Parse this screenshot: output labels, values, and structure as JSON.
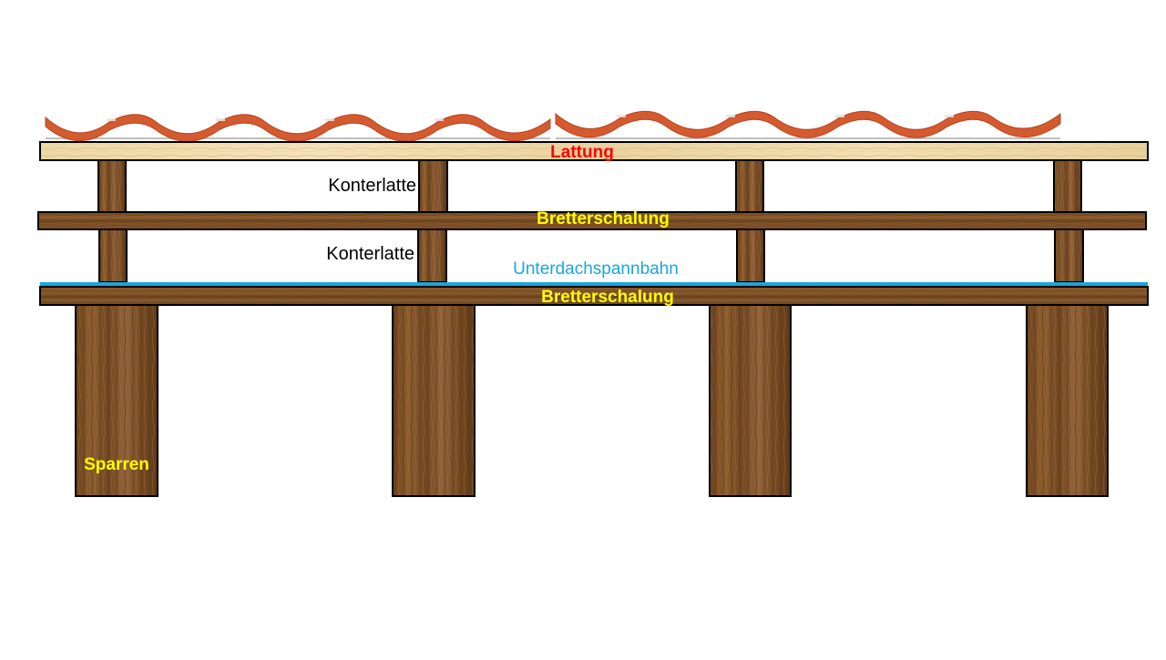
{
  "labels": {
    "lattung": "Lattung",
    "konterlatte_top": "Konterlatte",
    "bretterschalung_top": "Bretterschalung",
    "konterlatte_bottom": "Konterlatte",
    "unterdachspannbahn": "Unterdachspannbahn",
    "bretterschalung_bottom": "Bretterschalung",
    "sparren": "Sparren"
  },
  "colors": {
    "lattung_label": "#ff0000",
    "bretterschalung_label": "#ffff00",
    "sparren_label": "#ffff00",
    "membrane": "#1aa6de",
    "membrane_label": "#1aa6de",
    "konterlatte_label": "#000000",
    "tile": "#d45a2f",
    "batten_light": "#f0dcae",
    "wood_dark": "#6b4420",
    "wood_mid": "#85572b",
    "outline": "#000000"
  },
  "icons": {
    "roof_tiles": "roof-tile-wave"
  }
}
